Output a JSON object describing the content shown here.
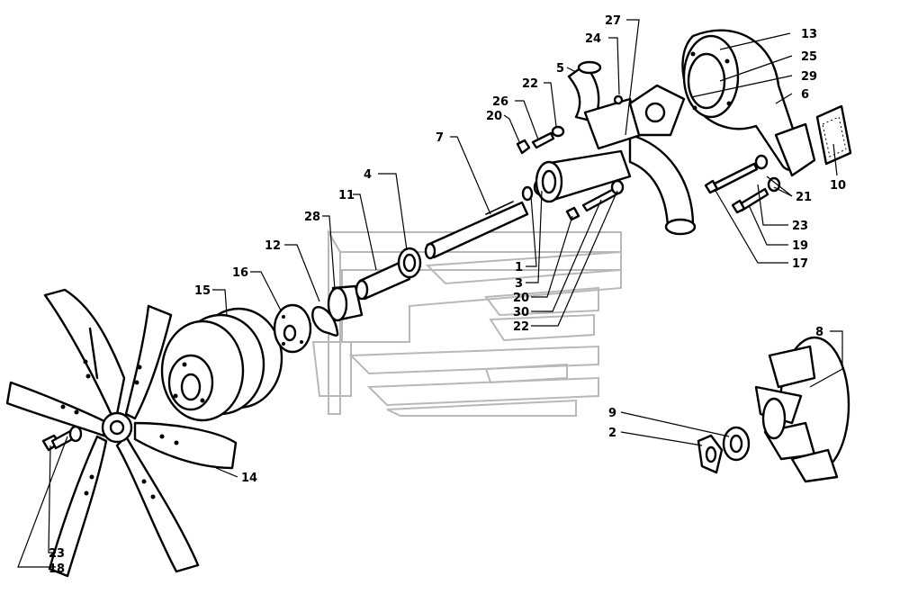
{
  "callouts": [
    {
      "id": "c-27",
      "text": "27"
    },
    {
      "id": "c-24",
      "text": "24"
    },
    {
      "id": "c-5",
      "text": "5"
    },
    {
      "id": "c-22-top",
      "text": "22"
    },
    {
      "id": "c-26",
      "text": "26"
    },
    {
      "id": "c-20-top",
      "text": "20"
    },
    {
      "id": "c-7",
      "text": "7"
    },
    {
      "id": "c-4",
      "text": "4"
    },
    {
      "id": "c-11",
      "text": "11"
    },
    {
      "id": "c-28",
      "text": "28"
    },
    {
      "id": "c-12",
      "text": "12"
    },
    {
      "id": "c-16",
      "text": "16"
    },
    {
      "id": "c-15",
      "text": "15"
    },
    {
      "id": "c-13",
      "text": "13"
    },
    {
      "id": "c-25",
      "text": "25"
    },
    {
      "id": "c-29",
      "text": "29"
    },
    {
      "id": "c-6",
      "text": "6"
    },
    {
      "id": "c-10",
      "text": "10"
    },
    {
      "id": "c-21",
      "text": "21"
    },
    {
      "id": "c-23-right",
      "text": "23"
    },
    {
      "id": "c-19",
      "text": "19"
    },
    {
      "id": "c-17",
      "text": "17"
    },
    {
      "id": "c-1",
      "text": "1"
    },
    {
      "id": "c-3",
      "text": "3"
    },
    {
      "id": "c-20-mid",
      "text": "20"
    },
    {
      "id": "c-30",
      "text": "30"
    },
    {
      "id": "c-22-mid",
      "text": "22"
    },
    {
      "id": "c-8",
      "text": "8"
    },
    {
      "id": "c-9",
      "text": "9"
    },
    {
      "id": "c-2",
      "text": "2"
    },
    {
      "id": "c-14",
      "text": "14"
    },
    {
      "id": "c-23-left",
      "text": "23"
    },
    {
      "id": "c-18",
      "text": "18"
    }
  ]
}
